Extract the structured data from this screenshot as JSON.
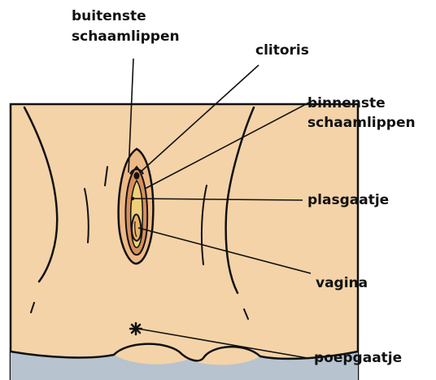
{
  "labels": {
    "outer_labia_line1": "buitenste",
    "outer_labia_line2": "schaamlippen",
    "clitoris": "clitoris",
    "inner_labia_line1": "binnenste",
    "inner_labia_line2": "schaamlippen",
    "urethra": "plasgaatje",
    "vagina": "vagina",
    "anus": "poepgaatje"
  },
  "colors": {
    "skin": "#f4d3a8",
    "labia_outer": "#edb987",
    "labia_inner": "#d78f5b",
    "vestibule": "#f0cf7a",
    "outline": "#111111",
    "sheet": "#b7c3cf"
  }
}
